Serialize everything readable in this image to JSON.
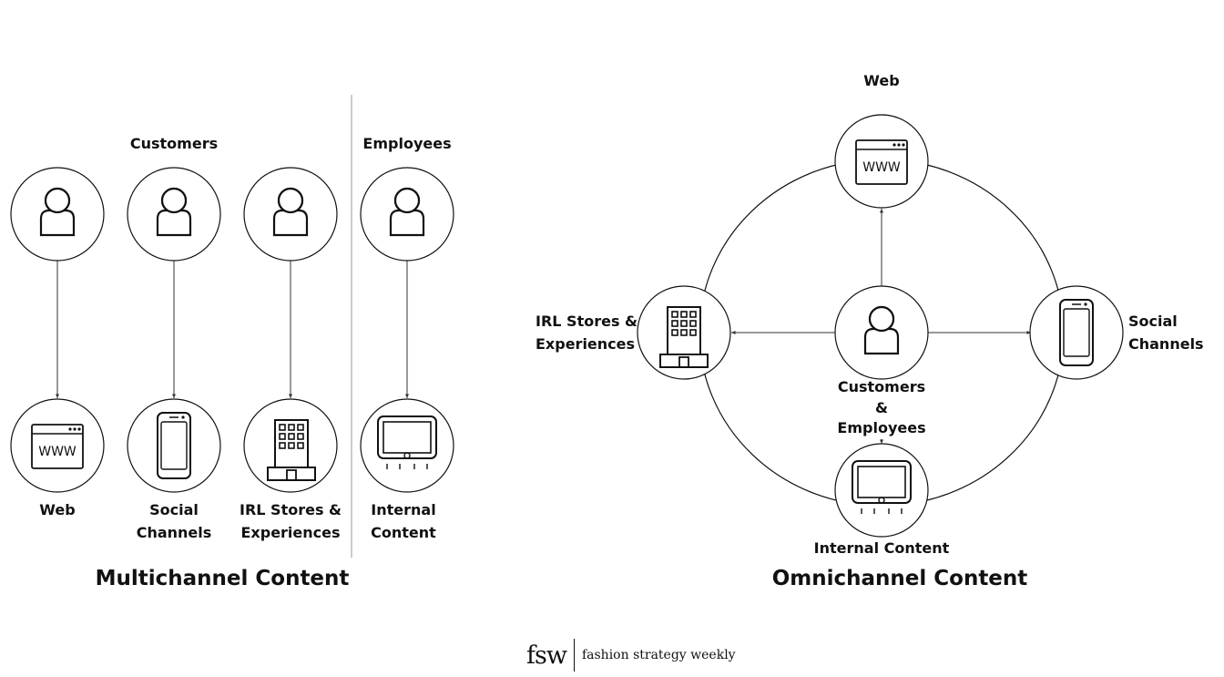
{
  "multichannel": {
    "title": "Multichannel Content",
    "customers_label": "Customers",
    "employees_label": "Employees",
    "channels": [
      {
        "line1": "Web",
        "line2": "",
        "icon": "www-browser-icon"
      },
      {
        "line1": "Social",
        "line2": "Channels",
        "icon": "smartphone-icon"
      },
      {
        "line1": "IRL Stores &",
        "line2": "Experiences",
        "icon": "building-icon"
      },
      {
        "line1": "Internal",
        "line2": "Content",
        "icon": "monitor-icon"
      }
    ]
  },
  "omnichannel": {
    "title": "Omnichannel Content",
    "web_label": "Web",
    "social_line1": "Social",
    "social_line2": "Channels",
    "stores_line1": "IRL Stores &",
    "stores_line2": "Experiences",
    "center_line1": "Customers",
    "center_line2": "&",
    "center_line3": "Employees",
    "internal_label": "Internal Content"
  },
  "brand": {
    "mark": "fsw",
    "name": "fashion strategy weekly"
  }
}
